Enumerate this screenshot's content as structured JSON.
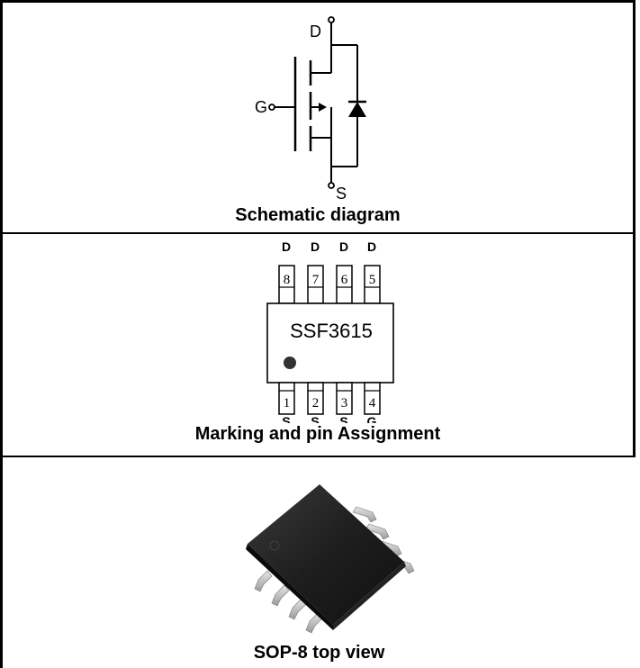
{
  "schematic": {
    "caption": "Schematic diagram",
    "terminal_drain": "D",
    "terminal_gate": "G",
    "terminal_source": "S"
  },
  "package": {
    "caption": "Marking and pin Assignment",
    "marking": "SSF3615",
    "top_pins": [
      {
        "number": "8",
        "label": "D"
      },
      {
        "number": "7",
        "label": "D"
      },
      {
        "number": "6",
        "label": "D"
      },
      {
        "number": "5",
        "label": "D"
      }
    ],
    "bottom_pins": [
      {
        "number": "1",
        "label": "S"
      },
      {
        "number": "2",
        "label": "S"
      },
      {
        "number": "3",
        "label": "S"
      },
      {
        "number": "4",
        "label": "G"
      }
    ]
  },
  "photo": {
    "caption": "SOP-8 top view"
  }
}
